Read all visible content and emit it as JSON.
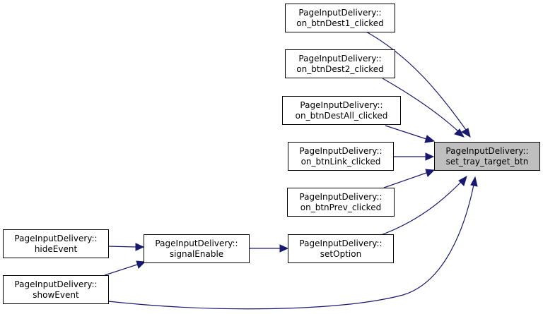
{
  "diagram": {
    "nodes": {
      "target": {
        "line1": "PageInputDelivery::",
        "line2": "set_tray_target_btn"
      },
      "dest1": {
        "line1": "PageInputDelivery::",
        "line2": "on_btnDest1_clicked"
      },
      "dest2": {
        "line1": "PageInputDelivery::",
        "line2": "on_btnDest2_clicked"
      },
      "destall": {
        "line1": "PageInputDelivery::",
        "line2": "on_btnDestAll_clicked"
      },
      "link": {
        "line1": "PageInputDelivery::",
        "line2": "on_btnLink_clicked"
      },
      "prev": {
        "line1": "PageInputDelivery::",
        "line2": "on_btnPrev_clicked"
      },
      "setoption": {
        "line1": "PageInputDelivery::",
        "line2": "setOption"
      },
      "signalenable": {
        "line1": "PageInputDelivery::",
        "line2": "signalEnable"
      },
      "hideevent": {
        "line1": "PageInputDelivery::",
        "line2": "hideEvent"
      },
      "showevent": {
        "line1": "PageInputDelivery::",
        "line2": "showEvent"
      }
    },
    "edges": [
      {
        "from": "dest1",
        "to": "target"
      },
      {
        "from": "dest2",
        "to": "target"
      },
      {
        "from": "destall",
        "to": "target"
      },
      {
        "from": "link",
        "to": "target"
      },
      {
        "from": "prev",
        "to": "target"
      },
      {
        "from": "setoption",
        "to": "target"
      },
      {
        "from": "showevent",
        "to": "target"
      },
      {
        "from": "signalenable",
        "to": "setoption"
      },
      {
        "from": "hideevent",
        "to": "signalenable"
      },
      {
        "from": "showevent",
        "to": "signalenable"
      }
    ],
    "colors": {
      "edge": "#191970",
      "focus_fill": "#bfbfbf",
      "node_fill": "#ffffff",
      "node_border": "#000000"
    }
  }
}
